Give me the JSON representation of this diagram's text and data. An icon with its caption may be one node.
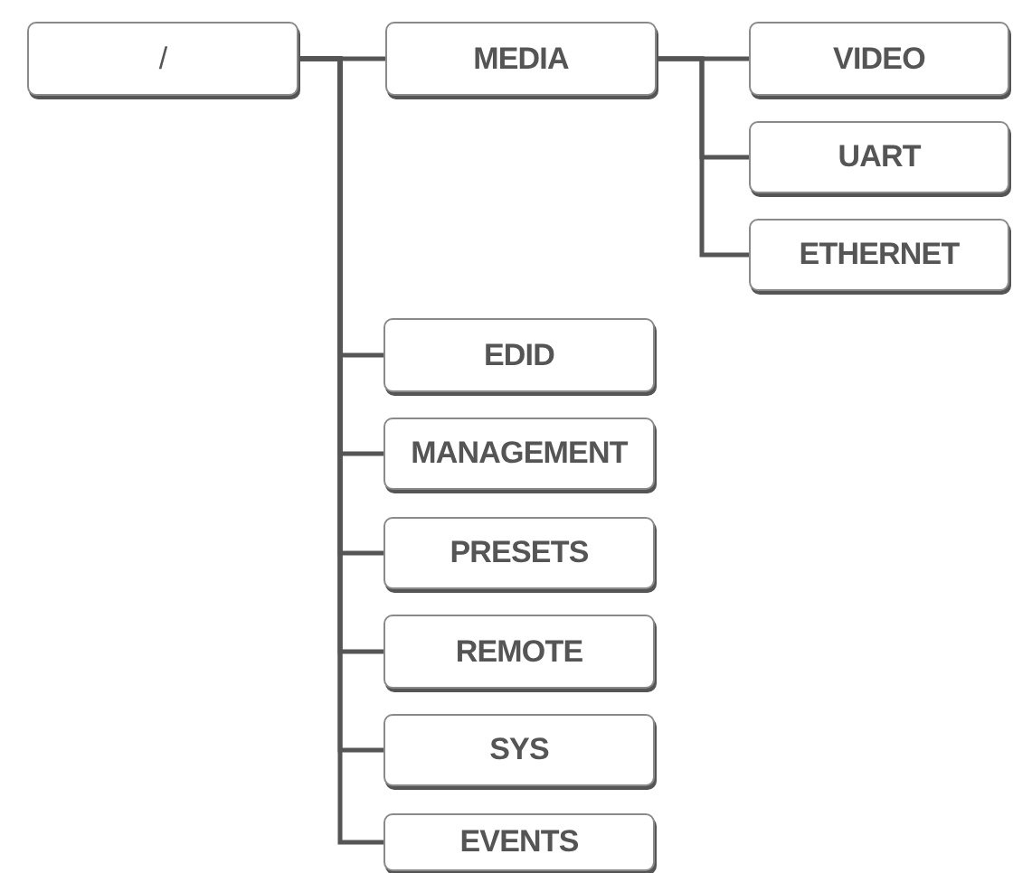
{
  "diagram": {
    "nodes": [
      {
        "text": [
          "/"
        ]
      },
      {
        "text": [
          "MEDIA"
        ]
      },
      {
        "text": [
          "VIDEO"
        ]
      },
      {
        "text": [
          "UART"
        ]
      },
      {
        "text": [
          "ETHERNET"
        ]
      },
      {
        "text": [
          "EDID"
        ]
      },
      {
        "text": [
          "MANAGEMENT"
        ]
      },
      {
        "text": [
          "PRESETS"
        ]
      },
      {
        "text": [
          "REMOTE"
        ]
      },
      {
        "text": [
          "SYS"
        ]
      },
      {
        "text": [
          "EVENTS"
        ]
      }
    ],
    "edges": [
      {
        "from": 0,
        "to": 1,
        "arrow": "none"
      },
      {
        "from": 1,
        "to": 2,
        "arrow": "none"
      },
      {
        "from": 1,
        "to": 3,
        "arrow": "none"
      },
      {
        "from": 1,
        "to": 4,
        "arrow": "none"
      },
      {
        "from": 0,
        "to": 5,
        "arrow": "none"
      },
      {
        "from": 0,
        "to": 6,
        "arrow": "none"
      },
      {
        "from": 0,
        "to": 7,
        "arrow": "none"
      },
      {
        "from": 0,
        "to": 8,
        "arrow": "none"
      },
      {
        "from": 0,
        "to": 9,
        "arrow": "none"
      },
      {
        "from": 0,
        "to": 10,
        "arrow": "none"
      }
    ]
  }
}
